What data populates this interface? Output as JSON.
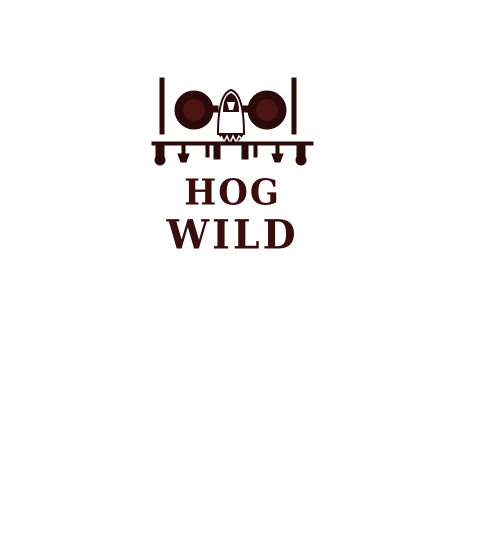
{
  "design": {
    "headline_line1": "HOG",
    "headline_line2": "WILD",
    "ink_color": "#3a0e0e",
    "background_color": "#ffffff",
    "illustration": "a-10-warthog-front-view"
  }
}
